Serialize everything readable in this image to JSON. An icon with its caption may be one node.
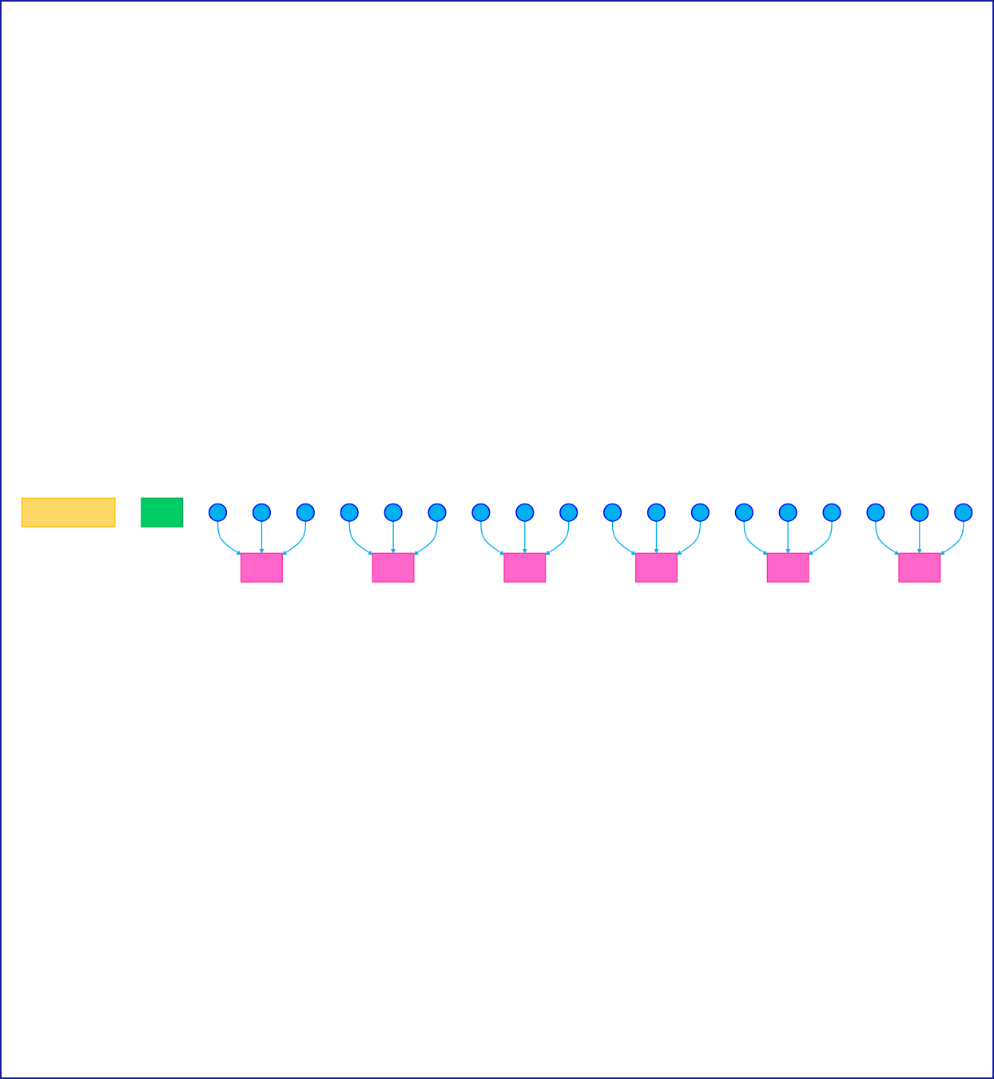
{
  "diagram": {
    "nodes": [
      {
        "text": [],
        "shape": "bar"
      },
      {
        "text": [],
        "shape": "box"
      },
      {
        "text": [],
        "shape": "box"
      },
      {
        "text": [],
        "shape": "circle"
      },
      {
        "text": [],
        "shape": "circle"
      },
      {
        "text": [],
        "shape": "circle"
      },
      {
        "text": [],
        "shape": "box"
      },
      {
        "text": [],
        "shape": "circle"
      },
      {
        "text": [],
        "shape": "circle"
      },
      {
        "text": [],
        "shape": "circle"
      },
      {
        "text": [],
        "shape": "box"
      },
      {
        "text": [],
        "shape": "circle"
      },
      {
        "text": [],
        "shape": "circle"
      },
      {
        "text": [],
        "shape": "circle"
      },
      {
        "text": [],
        "shape": "box"
      },
      {
        "text": [],
        "shape": "circle"
      },
      {
        "text": [],
        "shape": "circle"
      },
      {
        "text": [],
        "shape": "circle"
      },
      {
        "text": [],
        "shape": "box"
      },
      {
        "text": [],
        "shape": "circle"
      },
      {
        "text": [],
        "shape": "circle"
      },
      {
        "text": [],
        "shape": "circle"
      },
      {
        "text": [],
        "shape": "box"
      },
      {
        "text": [],
        "shape": "circle"
      },
      {
        "text": [],
        "shape": "circle"
      },
      {
        "text": [],
        "shape": "circle"
      }
    ],
    "edges": [
      {
        "from": 3,
        "to": 2,
        "arrow": "to"
      },
      {
        "from": 4,
        "to": 2,
        "arrow": "to"
      },
      {
        "from": 5,
        "to": 2,
        "arrow": "to"
      },
      {
        "from": 7,
        "to": 6,
        "arrow": "to"
      },
      {
        "from": 8,
        "to": 6,
        "arrow": "to"
      },
      {
        "from": 9,
        "to": 6,
        "arrow": "to"
      },
      {
        "from": 11,
        "to": 10,
        "arrow": "to"
      },
      {
        "from": 12,
        "to": 10,
        "arrow": "to"
      },
      {
        "from": 13,
        "to": 10,
        "arrow": "to"
      },
      {
        "from": 15,
        "to": 14,
        "arrow": "to"
      },
      {
        "from": 16,
        "to": 14,
        "arrow": "to"
      },
      {
        "from": 17,
        "to": 14,
        "arrow": "to"
      },
      {
        "from": 19,
        "to": 18,
        "arrow": "to"
      },
      {
        "from": 20,
        "to": 18,
        "arrow": "to"
      },
      {
        "from": 21,
        "to": 18,
        "arrow": "to"
      },
      {
        "from": 23,
        "to": 22,
        "arrow": "to"
      },
      {
        "from": 24,
        "to": 22,
        "arrow": "to"
      },
      {
        "from": 25,
        "to": 22,
        "arrow": "to"
      }
    ]
  }
}
